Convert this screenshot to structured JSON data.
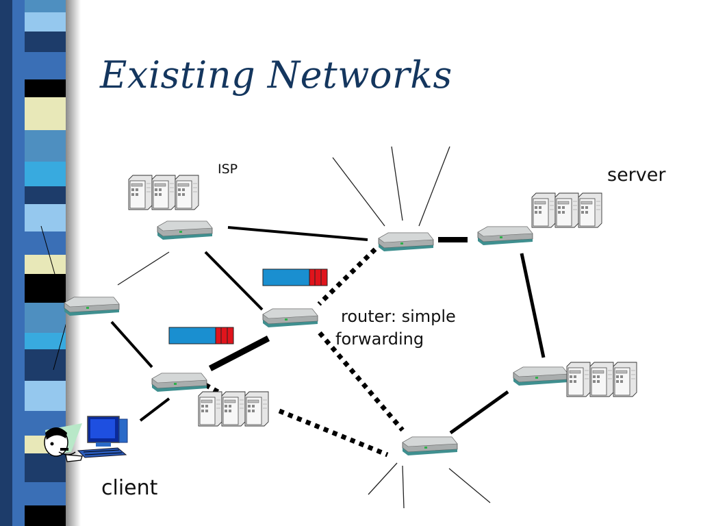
{
  "title": "Existing Networks",
  "labels": {
    "isp": "ISP",
    "server": "server",
    "router_line1": "router: simple",
    "router_line2": "forwarding",
    "client": "client"
  },
  "colors": {
    "title": "#14365e",
    "packet_body": "#1a8fd0",
    "packet_header": "#e0141c",
    "router_body": "#b8bcbc",
    "router_base": "#3f8f8f",
    "server_body": "#f4f4f4",
    "stripe_blues": [
      "#3a6fb6",
      "#4e8fc0",
      "#1d3c6a",
      "#95c8ee",
      "#38aadf"
    ],
    "stripe_cream": "#e8e8b8",
    "stripe_black": "#000000"
  },
  "icons": [
    "router-icon",
    "server-rack-icon",
    "packet-queue-icon",
    "client-person-icon",
    "desktop-computer-icon"
  ]
}
